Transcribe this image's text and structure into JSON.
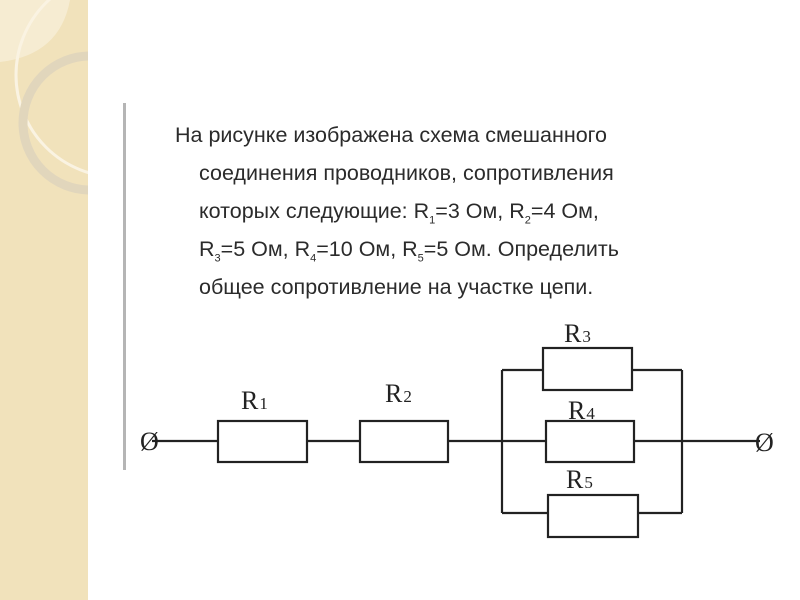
{
  "problem": {
    "line1": "На рисунке изображена схема смешанного",
    "line2": "соединения проводников, сопротивления",
    "line3_pre": "которых следующие: R",
    "line3_sub1": "1",
    "line3_mid": "=3 Ом, R",
    "line3_sub2": "2",
    "line3_post": "=4 Ом,",
    "line4_a": "R",
    "line4_sub3": "3",
    "line4_b": "=5 Ом, R",
    "line4_sub4": "4",
    "line4_c": "=10 Ом, R",
    "line4_sub5": "5",
    "line4_d": "=5 Ом. Определить",
    "line5": "общее сопротивление на участке цепи."
  },
  "circuit": {
    "resistors": [
      {
        "name": "R",
        "sub": "1"
      },
      {
        "name": "R",
        "sub": "2"
      },
      {
        "name": "R",
        "sub": "3"
      },
      {
        "name": "R",
        "sub": "4"
      },
      {
        "name": "R",
        "sub": "5"
      }
    ],
    "terminal_symbol": "Ø"
  }
}
